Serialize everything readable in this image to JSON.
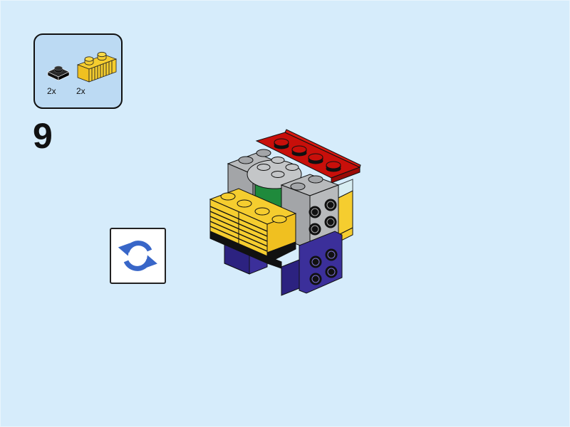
{
  "step": {
    "number": "9"
  },
  "parts_list": {
    "items": [
      {
        "name": "black-plate-1x1",
        "color": "#1b1b1b",
        "quantity": "2x"
      },
      {
        "name": "yellow-grille-brick-1x2",
        "color": "#f5cd2f",
        "quantity": "2x"
      }
    ]
  },
  "rotate_button": {
    "icon": "rotate-icon",
    "color": "#3866c8"
  },
  "model": {
    "description": "Brick-built figure assembly in progress",
    "colors": {
      "red": "#c80f0a",
      "gray": "#a3a5a8",
      "yellow": "#f5cd2f",
      "green": "#1f8a3c",
      "purple": "#3b2f9a",
      "black": "#111111",
      "light_gray": "#c4c6c8"
    }
  },
  "colors": {
    "background": "#d6ecfb",
    "parts_box_bg": "#bcdaf3"
  }
}
